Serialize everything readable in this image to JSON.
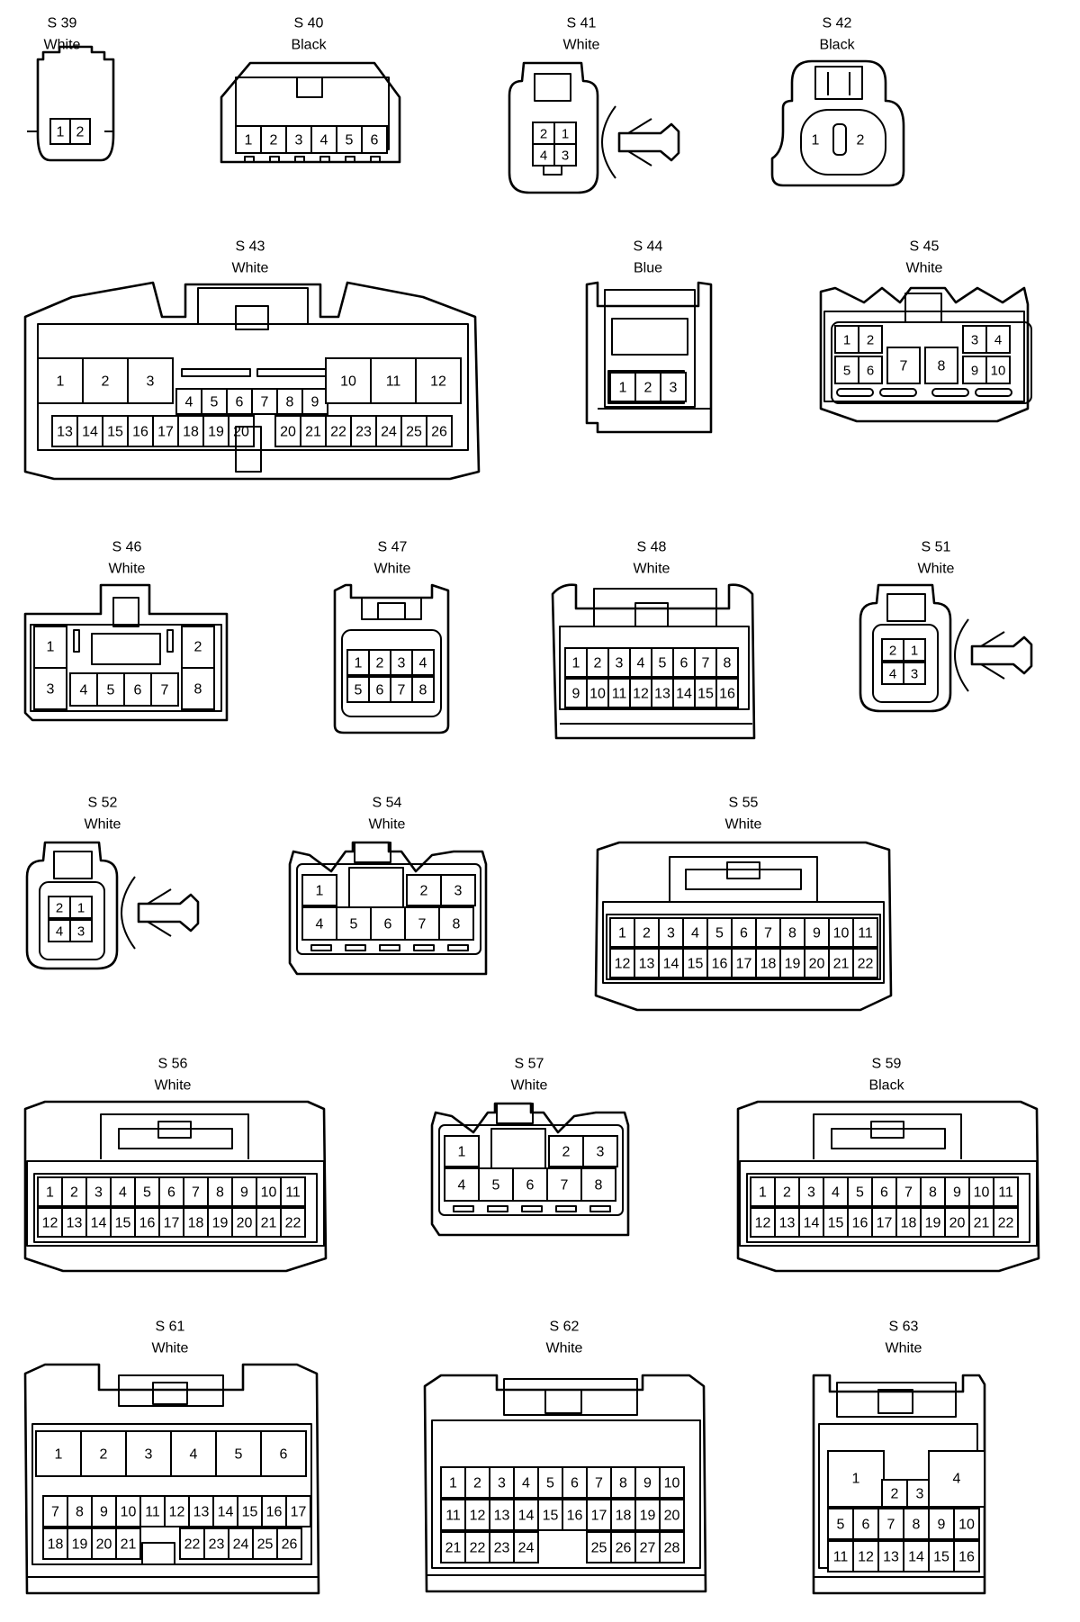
{
  "connectors": [
    {
      "id": "S 39",
      "color": "White",
      "pins": [
        "1",
        "2"
      ]
    },
    {
      "id": "S 40",
      "color": "Black",
      "pins": [
        "1",
        "2",
        "3",
        "4",
        "5",
        "6"
      ]
    },
    {
      "id": "S 41",
      "color": "White",
      "pins": [
        "2",
        "1",
        "4",
        "3"
      ]
    },
    {
      "id": "S 42",
      "color": "Black",
      "pins": [
        "1",
        "2"
      ]
    },
    {
      "id": "S 43",
      "color": "White",
      "pins": [
        "1",
        "2",
        "3",
        "4",
        "5",
        "6",
        "7",
        "8",
        "9",
        "10",
        "11",
        "12",
        "13",
        "14",
        "15",
        "16",
        "17",
        "18",
        "19",
        "20",
        "21",
        "22",
        "23",
        "24",
        "25",
        "26"
      ]
    },
    {
      "id": "S 44",
      "color": "Blue",
      "pins": [
        "1",
        "2",
        "3"
      ]
    },
    {
      "id": "S 45",
      "color": "White",
      "pins": [
        "1",
        "2",
        "3",
        "4",
        "5",
        "6",
        "7",
        "8",
        "9",
        "10"
      ]
    },
    {
      "id": "S 46",
      "color": "White",
      "pins": [
        "1",
        "2",
        "3",
        "4",
        "5",
        "6",
        "7",
        "8"
      ]
    },
    {
      "id": "S 47",
      "color": "White",
      "pins": [
        "1",
        "2",
        "3",
        "4",
        "5",
        "6",
        "7",
        "8"
      ]
    },
    {
      "id": "S 48",
      "color": "White",
      "pins": [
        "1",
        "2",
        "3",
        "4",
        "5",
        "6",
        "7",
        "8",
        "9",
        "10",
        "11",
        "12",
        "13",
        "14",
        "15",
        "16"
      ]
    },
    {
      "id": "S 51",
      "color": "White",
      "pins": [
        "2",
        "1",
        "4",
        "3"
      ]
    },
    {
      "id": "S 52",
      "color": "White",
      "pins": [
        "2",
        "1",
        "4",
        "3"
      ]
    },
    {
      "id": "S 54",
      "color": "White",
      "pins": [
        "1",
        "2",
        "3",
        "4",
        "5",
        "6",
        "7",
        "8"
      ]
    },
    {
      "id": "S 55",
      "color": "White",
      "pins": [
        "1",
        "2",
        "3",
        "4",
        "5",
        "6",
        "7",
        "8",
        "9",
        "10",
        "11",
        "12",
        "13",
        "14",
        "15",
        "16",
        "17",
        "18",
        "19",
        "20",
        "21",
        "22"
      ]
    },
    {
      "id": "S 56",
      "color": "White",
      "pins": [
        "1",
        "2",
        "3",
        "4",
        "5",
        "6",
        "7",
        "8",
        "9",
        "10",
        "11",
        "12",
        "13",
        "14",
        "15",
        "16",
        "17",
        "18",
        "19",
        "20",
        "21",
        "22"
      ]
    },
    {
      "id": "S 57",
      "color": "White",
      "pins": [
        "1",
        "2",
        "3",
        "4",
        "5",
        "6",
        "7",
        "8"
      ]
    },
    {
      "id": "S 59",
      "color": "Black",
      "pins": [
        "1",
        "2",
        "3",
        "4",
        "5",
        "6",
        "7",
        "8",
        "9",
        "10",
        "11",
        "12",
        "13",
        "14",
        "15",
        "16",
        "17",
        "18",
        "19",
        "20",
        "21",
        "22"
      ]
    },
    {
      "id": "S 61",
      "color": "White",
      "pins": [
        "1",
        "2",
        "3",
        "4",
        "5",
        "6",
        "7",
        "8",
        "9",
        "10",
        "11",
        "12",
        "13",
        "14",
        "15",
        "16",
        "17",
        "18",
        "19",
        "20",
        "21",
        "22",
        "23",
        "24",
        "25",
        "26"
      ]
    },
    {
      "id": "S 62",
      "color": "White",
      "pins": [
        "1",
        "2",
        "3",
        "4",
        "5",
        "6",
        "7",
        "8",
        "9",
        "10",
        "11",
        "12",
        "13",
        "14",
        "15",
        "16",
        "17",
        "18",
        "19",
        "20",
        "21",
        "22",
        "23",
        "24",
        "25",
        "26",
        "27",
        "28"
      ]
    },
    {
      "id": "S 63",
      "color": "White",
      "pins": [
        "1",
        "2",
        "3",
        "4",
        "5",
        "6",
        "7",
        "8",
        "9",
        "10",
        "11",
        "12",
        "13",
        "14",
        "15",
        "16"
      ]
    }
  ]
}
